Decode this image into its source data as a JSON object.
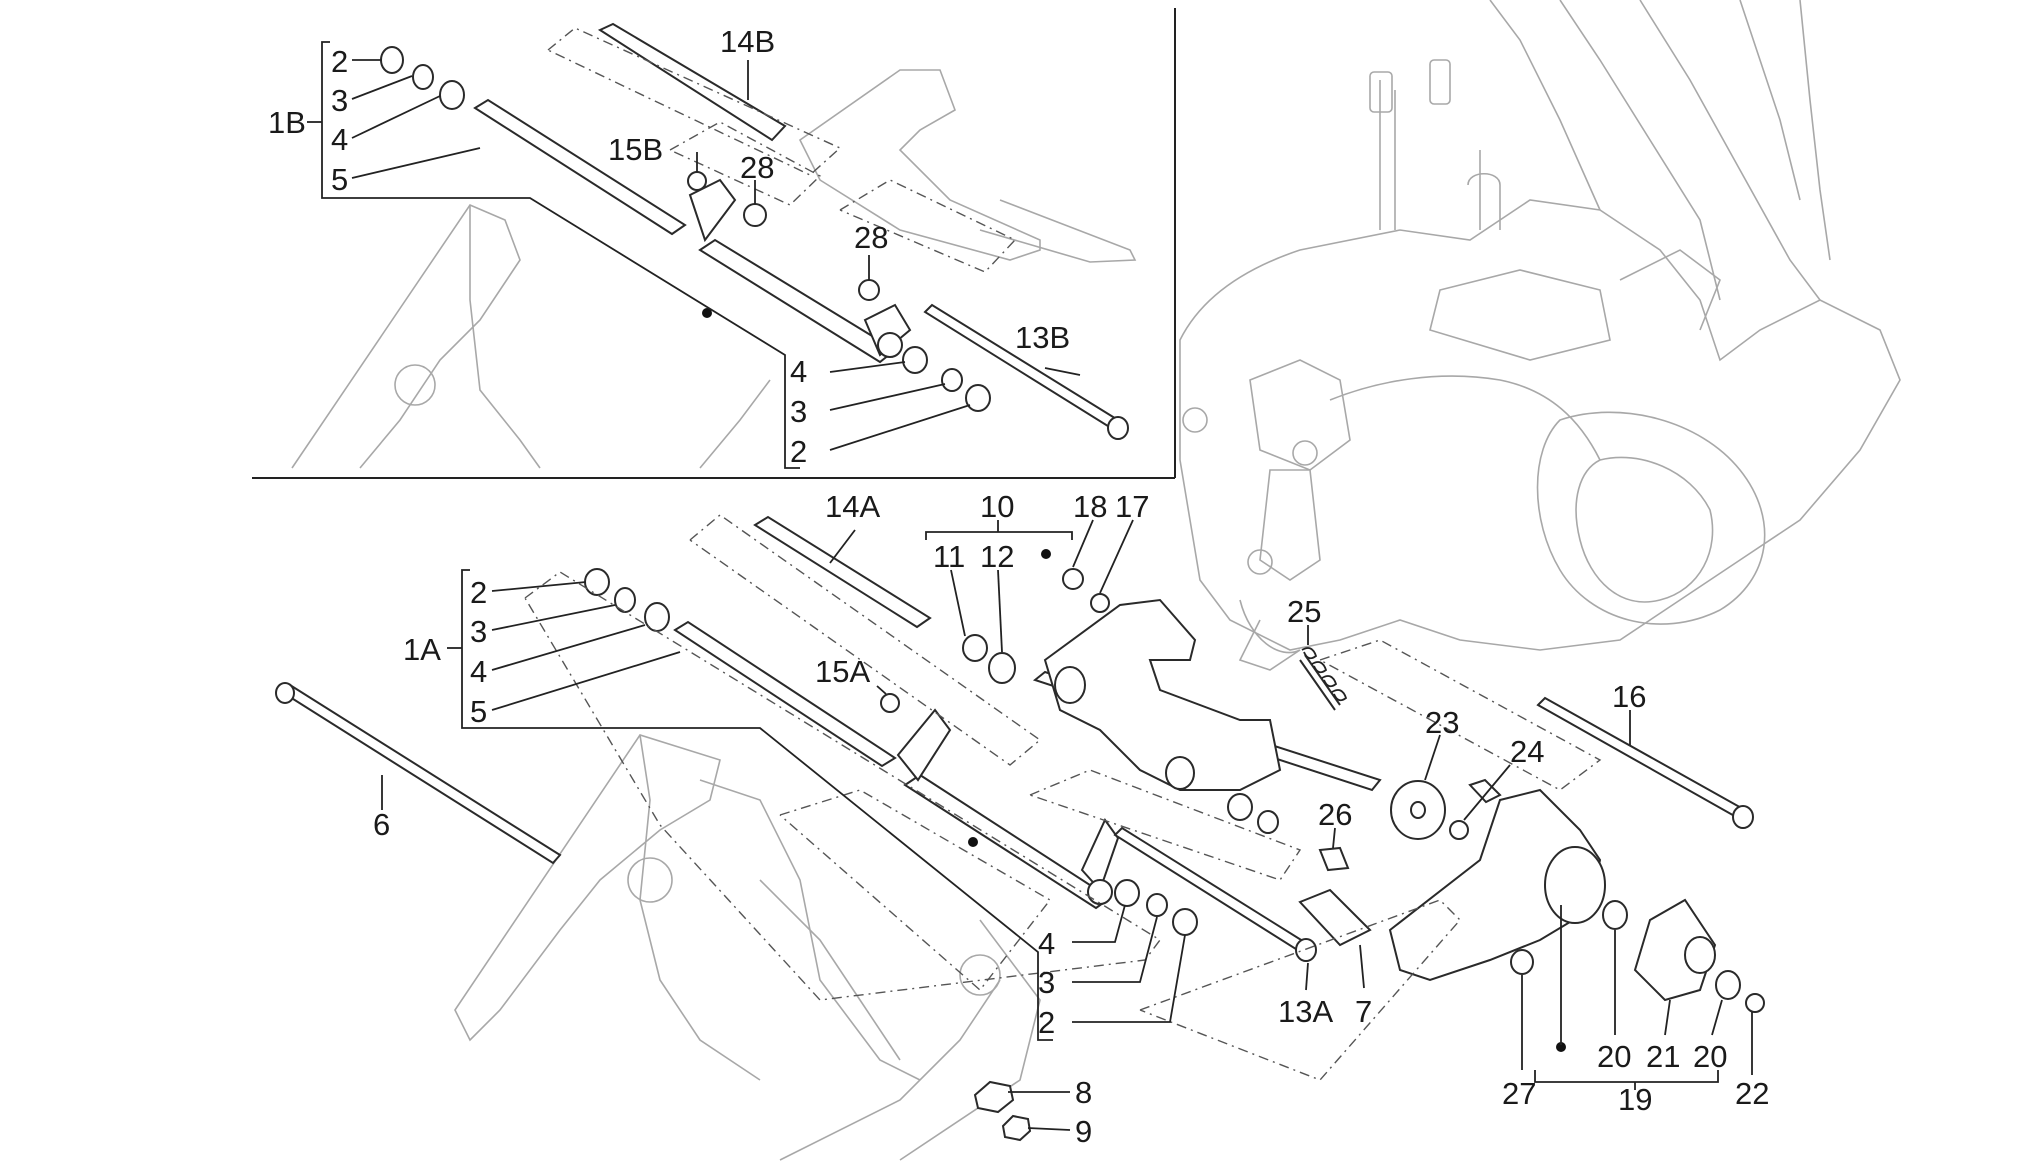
{
  "diagram": {
    "labels": {
      "top": [
        "1B",
        "2",
        "3",
        "4",
        "5",
        "14B",
        "15B",
        "28",
        "28",
        "13B",
        "4",
        "3",
        "2"
      ],
      "main": [
        "1A",
        "2",
        "3",
        "4",
        "5",
        "6",
        "14A",
        "10",
        "11",
        "12",
        "18",
        "17",
        "15A",
        "25",
        "23",
        "24",
        "16",
        "26",
        "4",
        "3",
        "2",
        "13A",
        "7",
        "27",
        "20",
        "21",
        "20",
        "22",
        "19",
        "8",
        "9"
      ]
    },
    "colors": {
      "line": "#2a2a2a",
      "faint": "#a8a8a8",
      "background": "#ffffff"
    }
  }
}
